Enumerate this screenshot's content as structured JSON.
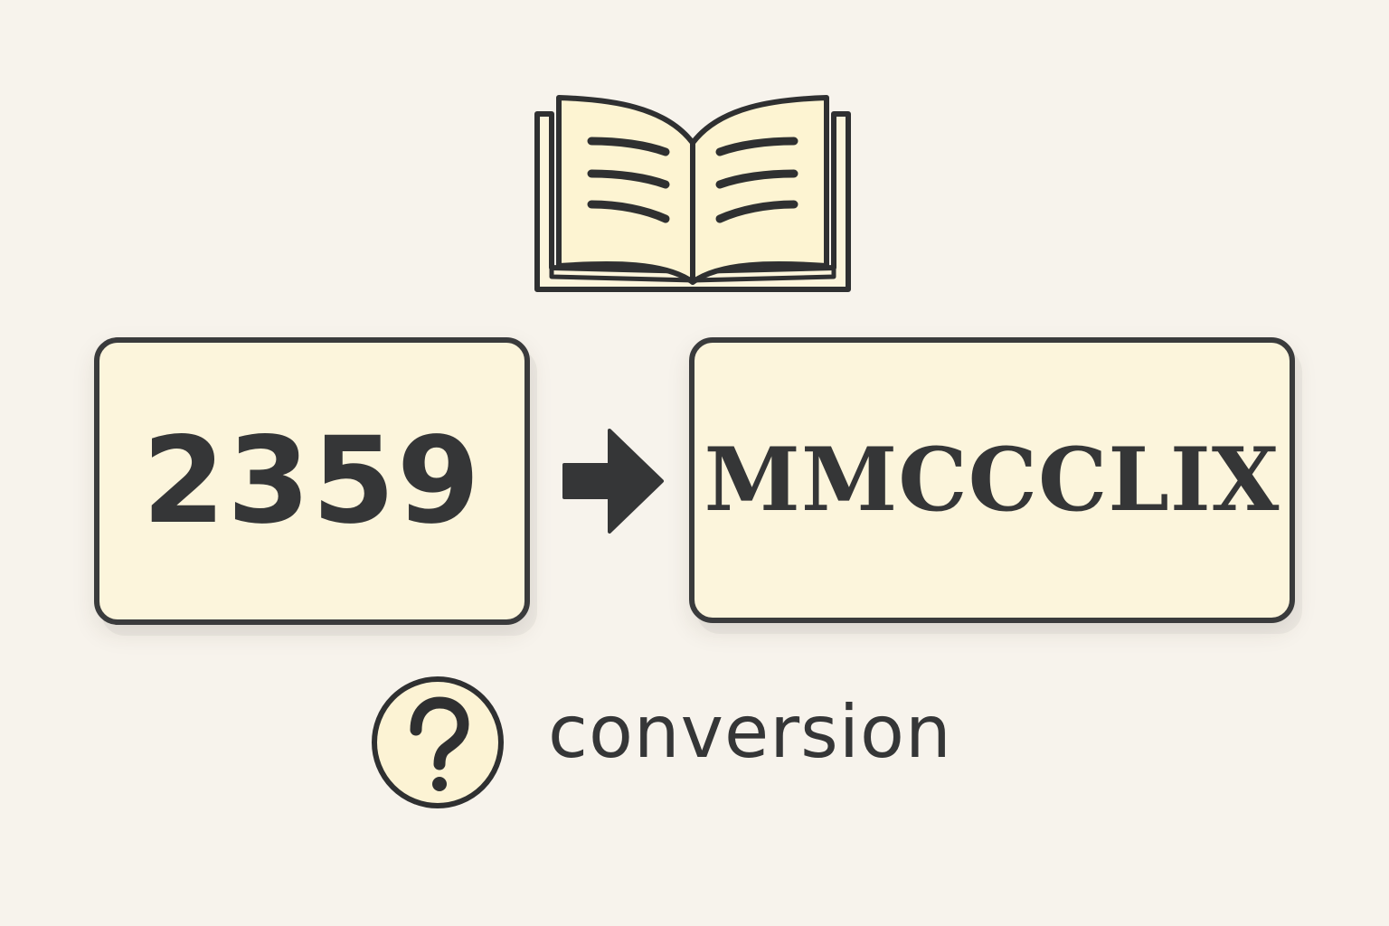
{
  "icons": {
    "book": "open-book-icon",
    "arrow": "arrow-right-icon",
    "help": "question-mark-icon"
  },
  "input": {
    "value": "2359"
  },
  "output": {
    "value": "MMCCCLIX"
  },
  "caption": {
    "label": "conversion"
  },
  "colors": {
    "background": "#f7f3ec",
    "box_fill": "#fcf5dc",
    "ink": "#3a3b3c"
  }
}
